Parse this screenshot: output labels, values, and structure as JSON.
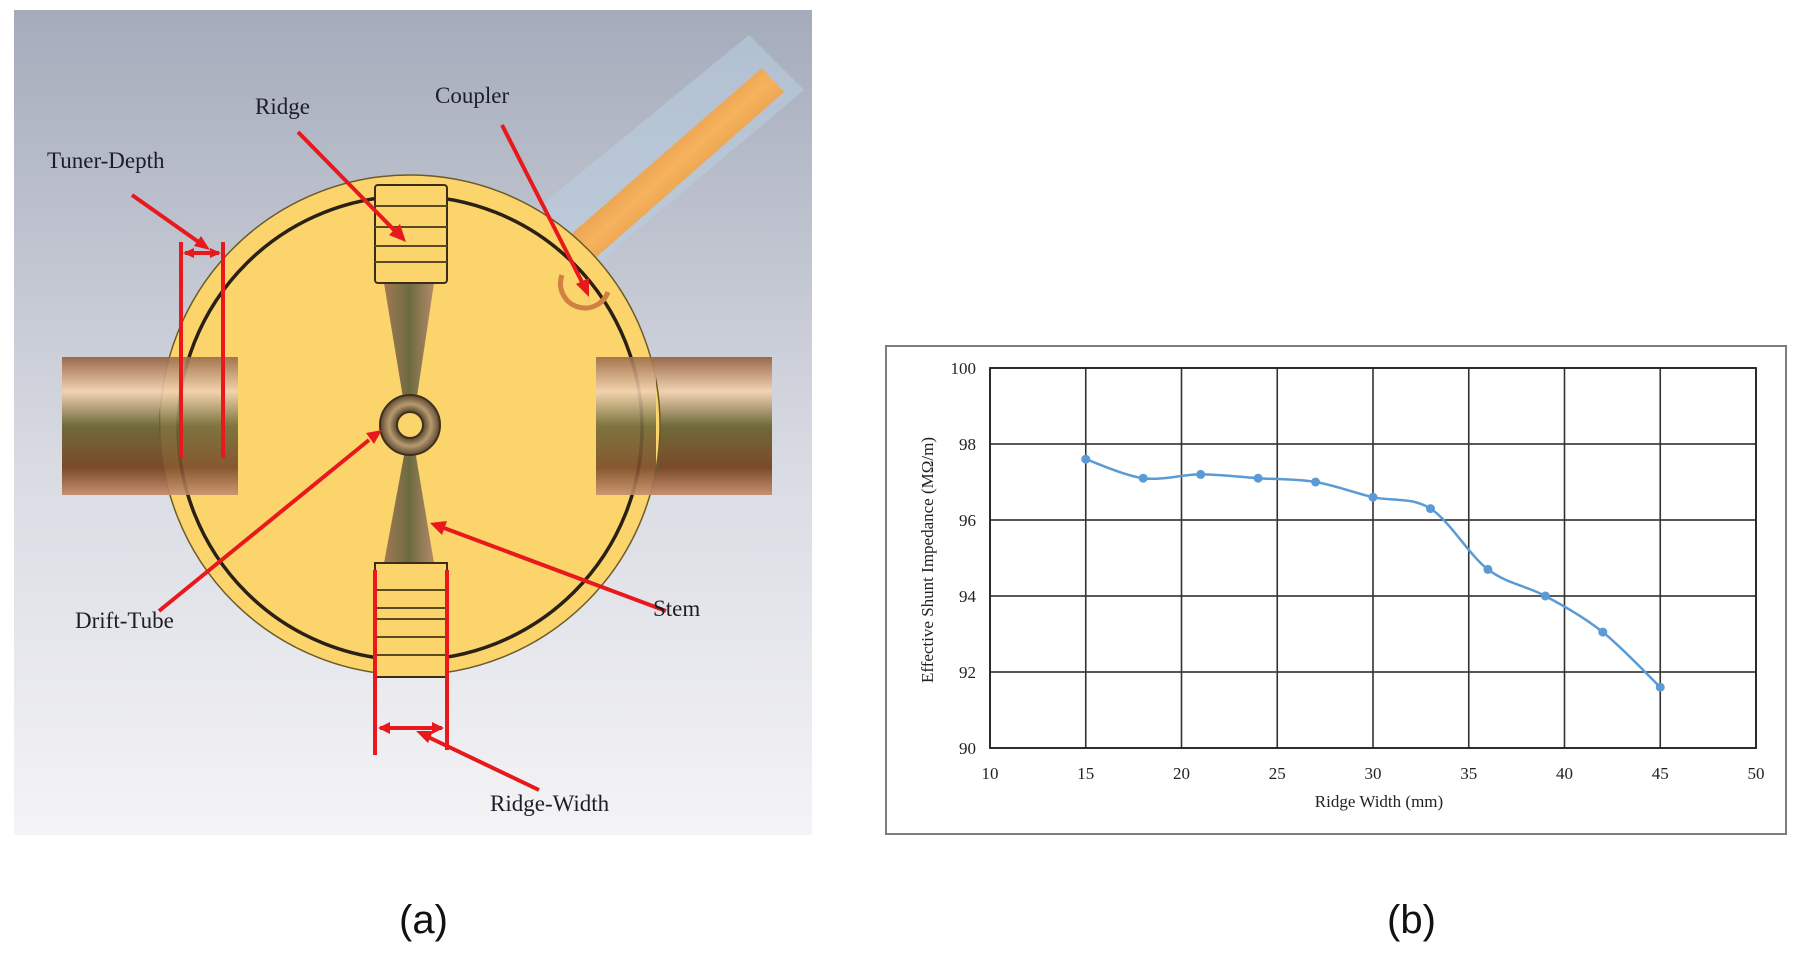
{
  "panel_a": {
    "labels": {
      "ridge": "Ridge",
      "coupler": "Coupler",
      "tuner_depth": "Tuner-Depth",
      "drift_tube": "Drift-Tube",
      "stem": "Stem",
      "ridge_width": "Ridge-Width"
    },
    "caption": "(a)",
    "colors": {
      "background_top": "#a4abba",
      "background_bottom": "#f3f3f5",
      "cavity": "#fcd46c",
      "annotation": "#e8191c",
      "copper": "#d7843a"
    }
  },
  "panel_b": {
    "caption": "(b)"
  },
  "chart_data": {
    "type": "line",
    "title": "",
    "xlabel": "Ridge Width (mm)",
    "ylabel": "Effective Shunt Impedance (MΩ/m)",
    "xlim": [
      10,
      50
    ],
    "ylim": [
      90,
      100
    ],
    "x_ticks": [
      10,
      15,
      20,
      25,
      30,
      35,
      40,
      45,
      50
    ],
    "y_ticks": [
      90,
      92,
      94,
      96,
      98,
      100
    ],
    "grid": true,
    "legend": "none",
    "series": [
      {
        "name": "Effective Shunt Impedance",
        "color": "#5b9bd5",
        "marker": "circle",
        "smooth": true,
        "x": [
          15,
          18,
          21,
          24,
          27,
          30,
          33,
          36,
          39,
          42,
          45
        ],
        "values": [
          97.6,
          97.1,
          97.2,
          97.1,
          97.0,
          96.6,
          96.3,
          94.7,
          94.0,
          93.05,
          91.6
        ]
      }
    ]
  }
}
